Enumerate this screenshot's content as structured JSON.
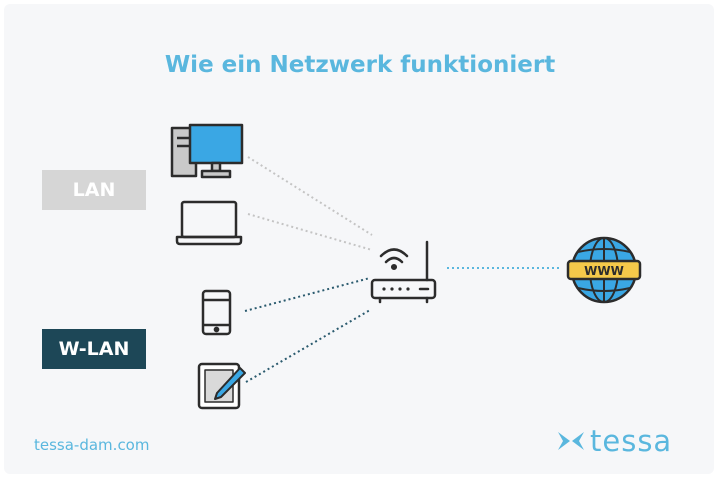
{
  "title": "Wie ein Netzwerk funktioniert",
  "groups": {
    "lan": "LAN",
    "wlan": "W-LAN"
  },
  "globe_label": "WWW",
  "footer": {
    "url": "tessa-dam.com",
    "brand": "tessa"
  },
  "colors": {
    "title": "#5ab7de",
    "lan_tag": "#d6d6d6",
    "wlan_tag": "#1d4757",
    "lan_link": "#c4c4c4",
    "wlan_link": "#2a5a6e",
    "internet_link": "#5ab7de",
    "device_screen": "#3aa7e4",
    "dark_outline": "#2c2c2c"
  },
  "nodes": [
    {
      "id": "desktop",
      "icon": "desktop-computer-icon",
      "group": "lan"
    },
    {
      "id": "laptop",
      "icon": "laptop-icon",
      "group": "lan"
    },
    {
      "id": "smartphone",
      "icon": "smartphone-icon",
      "group": "wlan"
    },
    {
      "id": "tablet",
      "icon": "tablet-icon",
      "group": "wlan"
    },
    {
      "id": "router",
      "icon": "wifi-router-icon"
    },
    {
      "id": "internet",
      "icon": "globe-icon"
    }
  ],
  "links": [
    {
      "from": "desktop",
      "to": "router",
      "type": "lan"
    },
    {
      "from": "laptop",
      "to": "router",
      "type": "lan"
    },
    {
      "from": "smartphone",
      "to": "router",
      "type": "wlan"
    },
    {
      "from": "tablet",
      "to": "router",
      "type": "wlan"
    },
    {
      "from": "router",
      "to": "internet",
      "type": "internet"
    }
  ]
}
